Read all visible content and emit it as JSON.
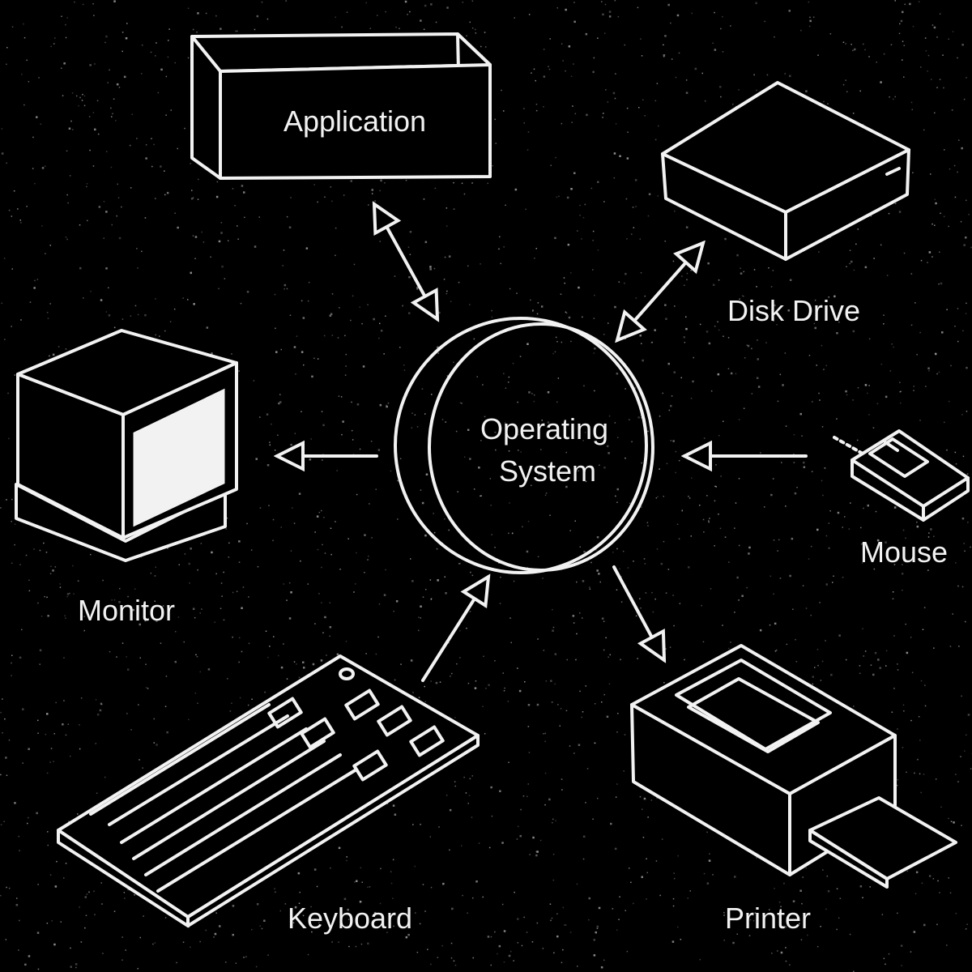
{
  "diagram": {
    "center": {
      "line1": "Operating",
      "line2": "System"
    },
    "application": "Application",
    "disk_drive": "Disk Drive",
    "monitor": "Monitor",
    "mouse": "Mouse",
    "keyboard": "Keyboard",
    "printer": "Printer"
  },
  "colors": {
    "background": "#000000",
    "line": "#f2f2f2"
  }
}
